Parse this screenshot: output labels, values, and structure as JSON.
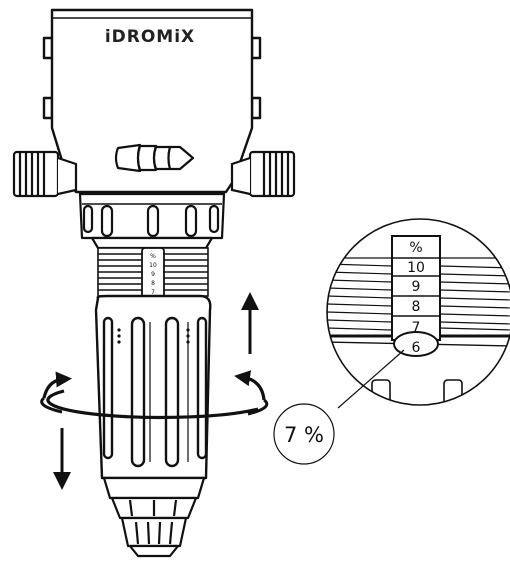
{
  "diagram": {
    "brand": "iDROMiX",
    "scale_unit": "%",
    "scale_values": [
      "10",
      "9",
      "8",
      "7",
      "6"
    ],
    "selected_value_label": "7 %",
    "colors": {
      "stroke": "#111111",
      "fill": "#ffffff",
      "arrow": "#111111"
    },
    "icons": [
      "arrow-up-icon",
      "arrow-down-icon",
      "rotate-arrows-icon",
      "flow-direction-icon"
    ]
  }
}
